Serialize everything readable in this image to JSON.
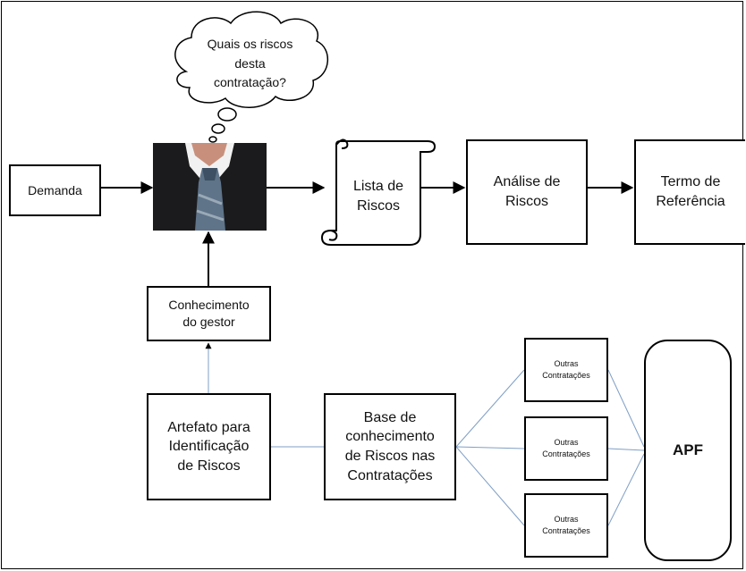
{
  "thought_bubble": {
    "lines": [
      "Quais os riscos",
      "desta",
      "contratação?"
    ]
  },
  "nodes": {
    "demanda": [
      "Demanda"
    ],
    "lista_riscos": [
      "Lista de",
      "Riscos"
    ],
    "analise_riscos": [
      "Análise de",
      "Riscos"
    ],
    "termo_referencia": [
      "Termo de",
      "Referência"
    ],
    "conhecimento_gestor": [
      "Conhecimento",
      "do gestor"
    ],
    "artefato": [
      "Artefato para",
      "Identificação",
      "de Riscos"
    ],
    "base_conhecimento": [
      "Base de",
      "conhecimento",
      "de Riscos nas",
      "Contratações"
    ],
    "outras_contratacoes": [
      [
        "Outras",
        "Contratações"
      ],
      [
        "Outras",
        "Contratações"
      ],
      [
        "Outras",
        "Contratações"
      ]
    ],
    "apf": [
      "APF"
    ]
  },
  "colors": {
    "line": "#000000",
    "connector_blue": "#7f9fc6",
    "suit": "#1b1b1d",
    "shirt": "#f1f1f1",
    "tie": "#5f7489",
    "skin": "#c8907c"
  },
  "icons": {
    "person": "businessman-icon",
    "scroll": "scroll-icon",
    "cloud": "thought-cloud-icon"
  }
}
